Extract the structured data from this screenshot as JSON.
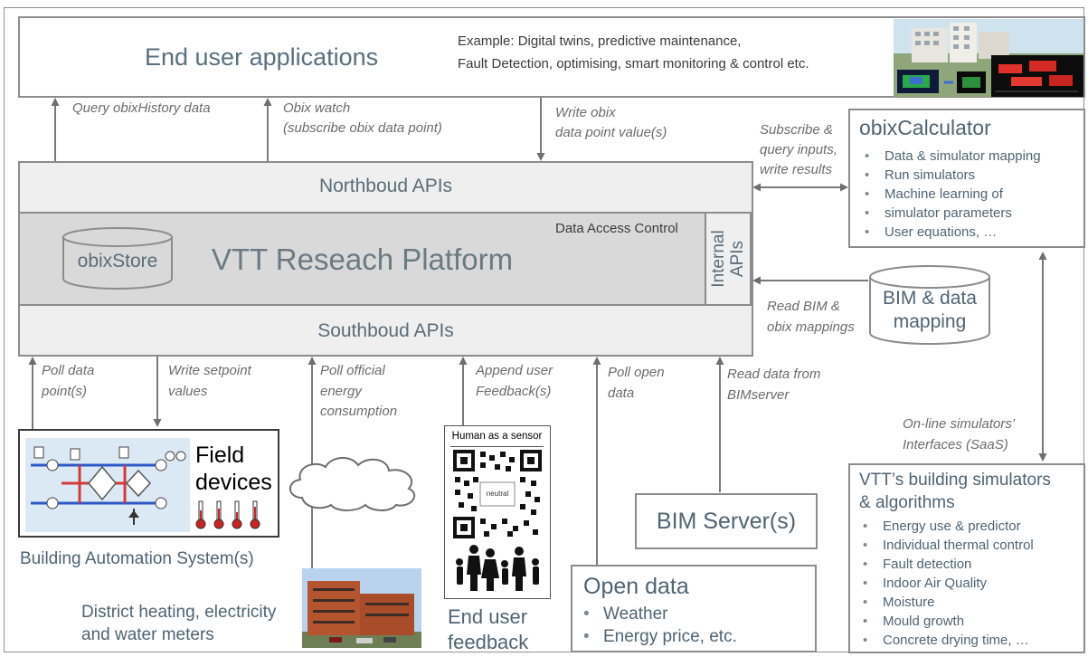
{
  "end_user_apps": {
    "title": "End user applications",
    "example_line1": "Example: Digital twins, predictive maintenance,",
    "example_line2": "Fault Detection, optimising, smart monitoring & control etc."
  },
  "arrows_top": {
    "query_history": "Query obixHistory data",
    "watch_line1": "Obix watch",
    "watch_line2": "(subscribe obix data point)",
    "write_line1": "Write obix",
    "write_line2": "data point value(s)",
    "subscribe_line1": "Subscribe &",
    "subscribe_line2": "query inputs,",
    "subscribe_line3": "write results"
  },
  "platform": {
    "northbound": "Northboud APIs",
    "title": "VTT Reseach Platform",
    "store": "obixStore",
    "access_control": "Data Access Control",
    "internal_line1": "Internal",
    "internal_line2": "APIs",
    "southbound": "Southboud APIs"
  },
  "calculator": {
    "title": "obixCalculator",
    "items": [
      "Data & simulator mapping",
      "Run simulators",
      "Machine learning of",
      "simulator parameters",
      "User equations, …"
    ]
  },
  "bim_mapping": {
    "line1": "BIM & data",
    "line2": "mapping",
    "read_line1": "Read BIM &",
    "read_line2": "obix mappings"
  },
  "arrows_bottom": {
    "poll_line1": "Poll data",
    "poll_line2": "point(s)",
    "setpoint_line1": "Write setpoint",
    "setpoint_line2": "values",
    "energy_line1": "Poll official",
    "energy_line2": "energy",
    "energy_line3": "consumption",
    "feedback_line1": "Append user",
    "feedback_line2": "Feedback(s)",
    "open_line1": "Poll open",
    "open_line2": "data",
    "bim_line1": "Read data from",
    "bim_line2": "BIMserver",
    "saas_line1": "On-line simulators’",
    "saas_line2": "Interfaces (SaaS)"
  },
  "field_devices": {
    "title_line1": "Field",
    "title_line2": "devices",
    "caption": "Building Automation System(s)"
  },
  "district": {
    "line1": "District heating, electricity",
    "line2": "and water meters"
  },
  "human_sensor": {
    "header": "Human as a sensor",
    "qr_center": "neutral",
    "caption_line1": "End user",
    "caption_line2": "feedback"
  },
  "bim_server": {
    "title": "BIM Server(s)"
  },
  "open_data": {
    "title": "Open data",
    "items": [
      "Weather",
      "Energy price, etc."
    ]
  },
  "simulators": {
    "title_line1": "VTT’s building simulators",
    "title_line2": "& algorithms",
    "items": [
      "Energy use & predictor",
      "Individual thermal control",
      "Fault detection",
      "Indoor Air Quality",
      "Moisture",
      "Mould growth",
      "Concrete drying time, …"
    ]
  },
  "colors": {
    "text": "#4f6474",
    "italic": "#6c6c6c",
    "border": "#8c8c8c",
    "platform_fill": "#d9d9d9",
    "api_fill": "#efefef"
  }
}
